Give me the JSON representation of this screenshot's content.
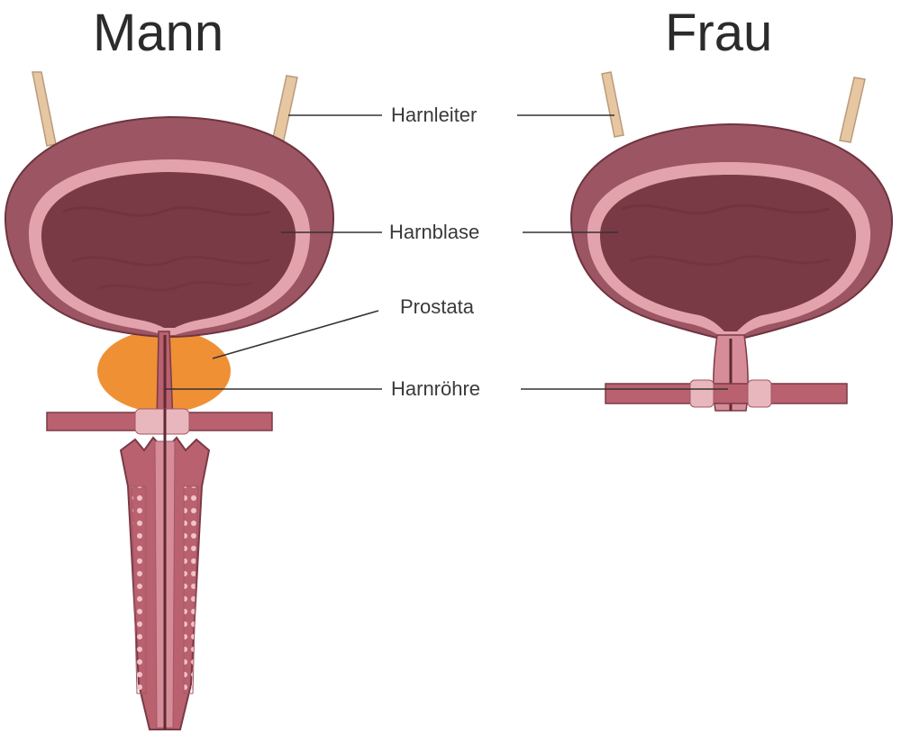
{
  "headings": {
    "male": "Mann",
    "female": "Frau"
  },
  "labels": {
    "ureter": "Harnleiter",
    "bladder": "Harnblase",
    "prostate": "Prostata",
    "urethra": "Harnröhre"
  },
  "colors": {
    "bladder_outer": "#9c5563",
    "bladder_inner": "#7a3a45",
    "bladder_lining": "#e3a3ad",
    "prostate": "#ef9035",
    "ureter": "#e7c6a2",
    "muscle": "#b9616f",
    "leader_line": "#333333"
  }
}
